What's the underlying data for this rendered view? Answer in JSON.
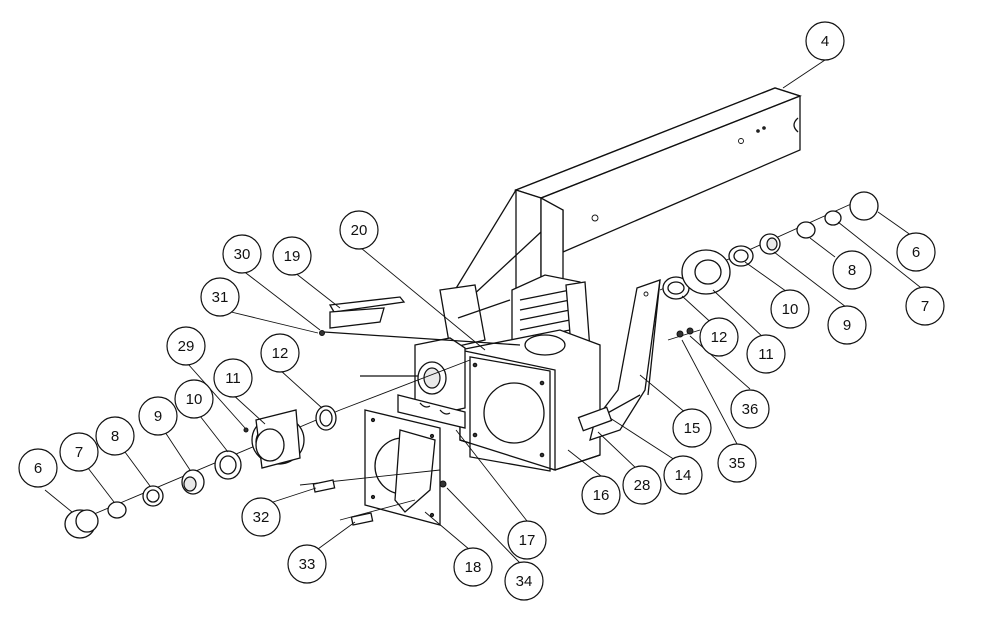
{
  "diagram": {
    "callouts": [
      {
        "id": "c4",
        "label": "4"
      },
      {
        "id": "c6r",
        "label": "6"
      },
      {
        "id": "c8r",
        "label": "8"
      },
      {
        "id": "c7r",
        "label": "7"
      },
      {
        "id": "c10r",
        "label": "10"
      },
      {
        "id": "c9r",
        "label": "9"
      },
      {
        "id": "c12r",
        "label": "12"
      },
      {
        "id": "c11r",
        "label": "11"
      },
      {
        "id": "c36",
        "label": "36"
      },
      {
        "id": "c35",
        "label": "35"
      },
      {
        "id": "c15",
        "label": "15"
      },
      {
        "id": "c14",
        "label": "14"
      },
      {
        "id": "c28",
        "label": "28"
      },
      {
        "id": "c16",
        "label": "16"
      },
      {
        "id": "c17",
        "label": "17"
      },
      {
        "id": "c18",
        "label": "18"
      },
      {
        "id": "c34",
        "label": "34"
      },
      {
        "id": "c33",
        "label": "33"
      },
      {
        "id": "c32",
        "label": "32"
      },
      {
        "id": "c20",
        "label": "20"
      },
      {
        "id": "c30",
        "label": "30"
      },
      {
        "id": "c19",
        "label": "19"
      },
      {
        "id": "c31",
        "label": "31"
      },
      {
        "id": "c29",
        "label": "29"
      },
      {
        "id": "c12l",
        "label": "12"
      },
      {
        "id": "c11l",
        "label": "11"
      },
      {
        "id": "c10l",
        "label": "10"
      },
      {
        "id": "c9l",
        "label": "9"
      },
      {
        "id": "c8l",
        "label": "8"
      },
      {
        "id": "c7l",
        "label": "7"
      },
      {
        "id": "c6l",
        "label": "6"
      }
    ]
  }
}
